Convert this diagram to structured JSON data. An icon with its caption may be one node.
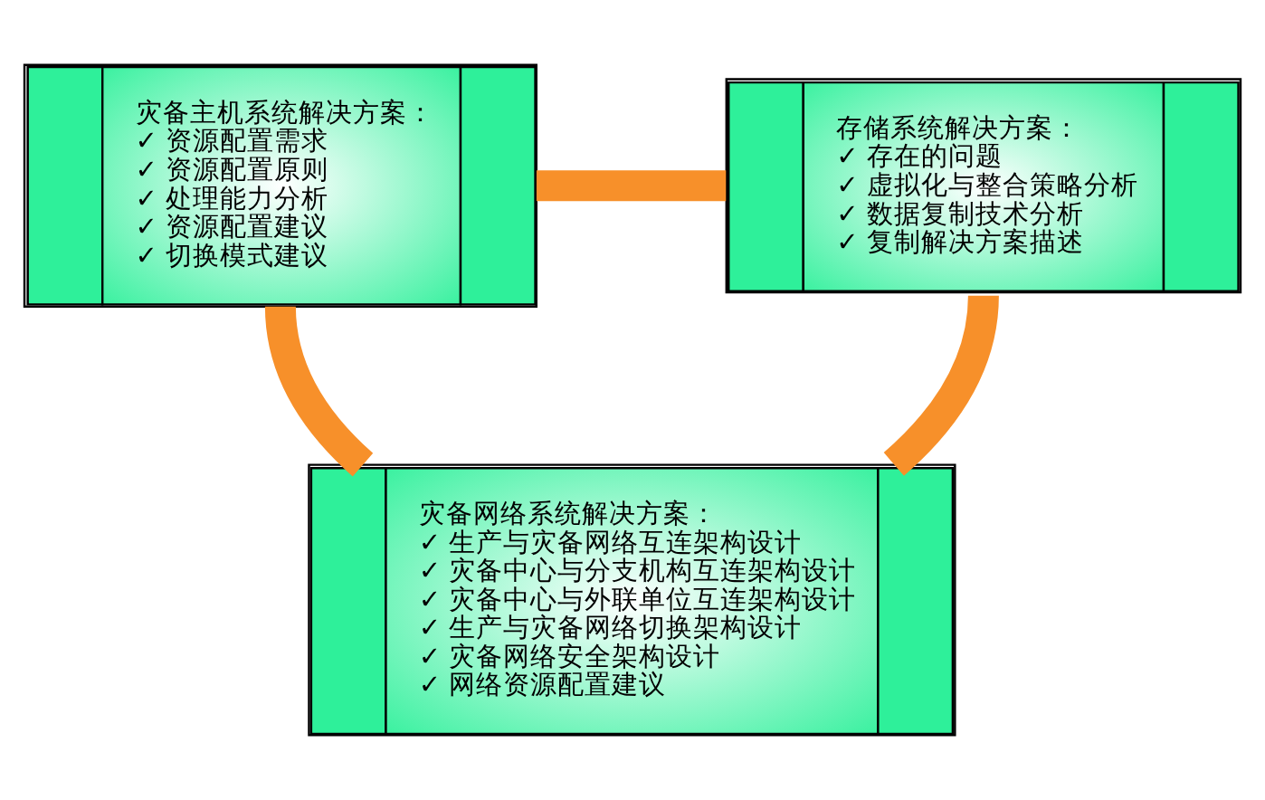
{
  "diagram": {
    "nodes": [
      {
        "text": [
          "灾备主机系统解决方案：",
          "✓ 资源配置需求",
          "✓ 资源配置原则",
          "✓ 处理能力分析",
          "✓ 资源配置建议",
          "✓ 切换模式建议"
        ]
      },
      {
        "text": [
          "存储系统解决方案：",
          "✓ 存在的问题",
          "✓ 虚拟化与整合策略分析",
          "✓ 数据复制技术分析",
          "✓ 复制解决方案描述"
        ]
      },
      {
        "text": [
          "灾备网络系统解决方案：",
          "✓ 生产与灾备网络互连架构设计",
          "✓ 灾备中心与分支机构互连架构设计",
          "✓ 灾备中心与外联单位互连架构设计",
          "✓ 生产与灾备网络切换架构设计",
          "✓ 灾备网络安全架构设计",
          "✓ 网络资源配置建议"
        ]
      }
    ],
    "edges": [
      {
        "from": 0,
        "to": 1,
        "arrow": "none"
      },
      {
        "from": 0,
        "to": 2,
        "arrow": "none"
      },
      {
        "from": 1,
        "to": 2,
        "arrow": "none"
      }
    ]
  }
}
